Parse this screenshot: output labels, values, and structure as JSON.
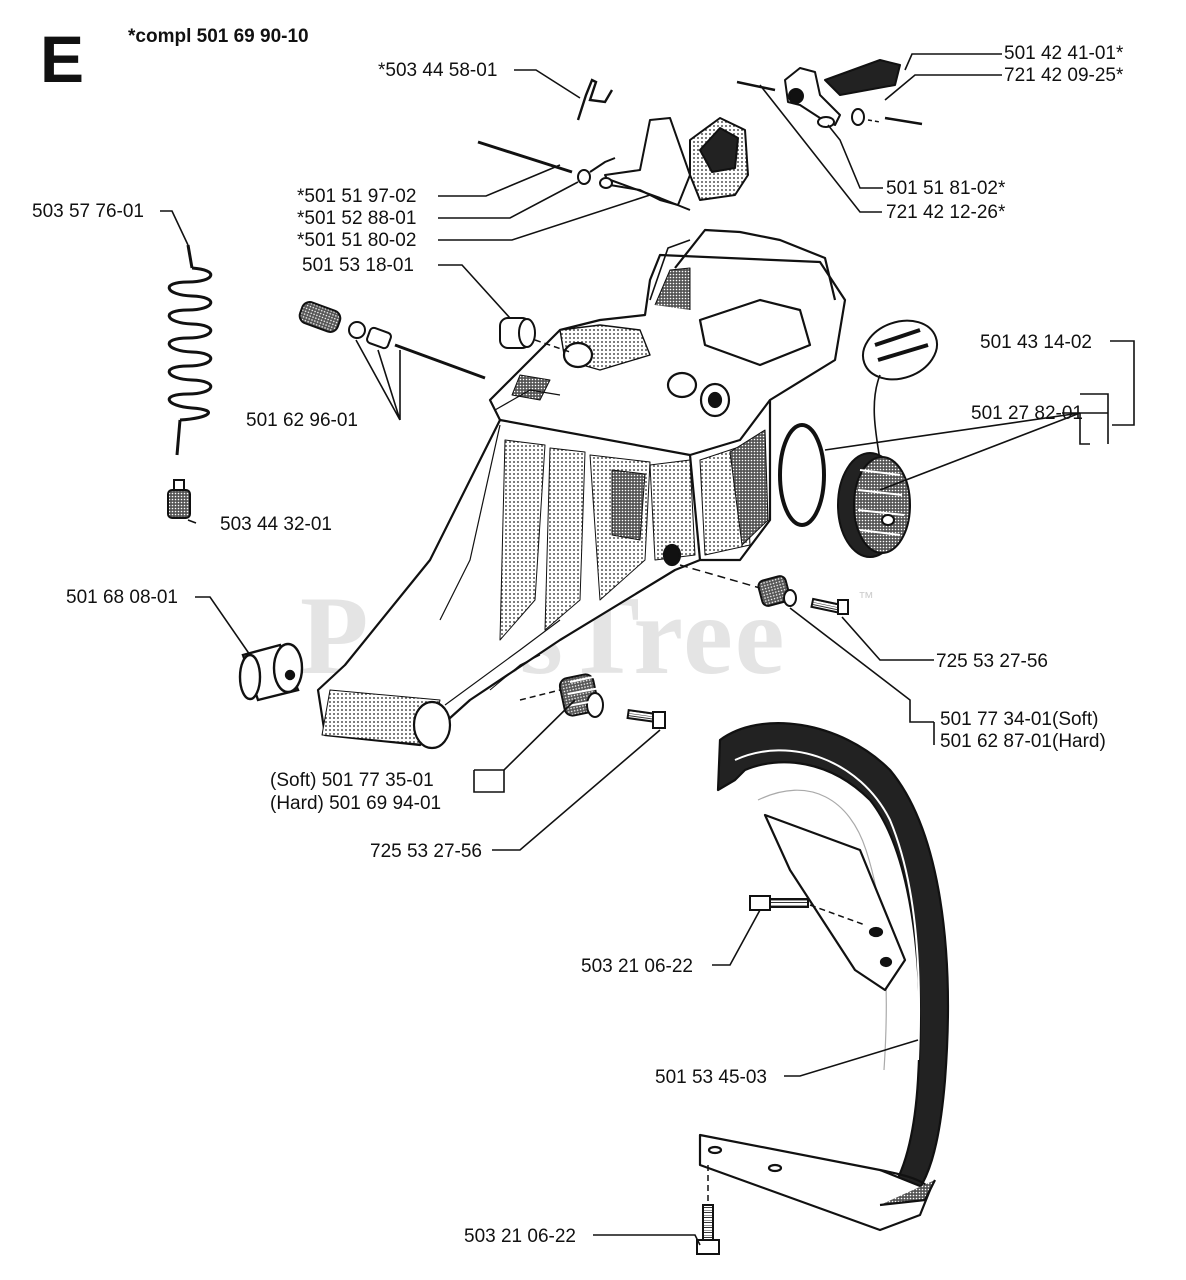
{
  "header": {
    "section_letter": "E",
    "compl_note": "*compl 501 69 90-10"
  },
  "watermark": {
    "brand": "PartsTree",
    "tm": "™"
  },
  "parts": [
    {
      "id": "p1",
      "label": "*503 44 58-01"
    },
    {
      "id": "p2",
      "label": "501 42 41-01*"
    },
    {
      "id": "p3",
      "label": "721 42 09-25*"
    },
    {
      "id": "p4",
      "label": "*501 51 97-02"
    },
    {
      "id": "p5",
      "label": "*501 52 88-01"
    },
    {
      "id": "p6",
      "label": "*501 51 80-02"
    },
    {
      "id": "p7",
      "label": "501 51 81-02*"
    },
    {
      "id": "p8",
      "label": "721 42 12-26*"
    },
    {
      "id": "p9",
      "label": "503 57 76-01"
    },
    {
      "id": "p10",
      "label": "501 53 18-01"
    },
    {
      "id": "p11",
      "label": "501 43 14-02"
    },
    {
      "id": "p12",
      "label": "501 27 82-01"
    },
    {
      "id": "p13",
      "label": "501 62 96-01"
    },
    {
      "id": "p14",
      "label": "503 44 32-01"
    },
    {
      "id": "p15",
      "label": "501 68 08-01"
    },
    {
      "id": "p16",
      "label": "725 53 27-56"
    },
    {
      "id": "p17",
      "label": "501 77 34-01(Soft)"
    },
    {
      "id": "p18",
      "label": "501 62 87-01(Hard)"
    },
    {
      "id": "p19",
      "label": "(Soft)  501 77 35-01"
    },
    {
      "id": "p20",
      "label": "(Hard) 501 69 94-01"
    },
    {
      "id": "p21",
      "label": "725 53 27-56"
    },
    {
      "id": "p22",
      "label": "503 21 06-22"
    },
    {
      "id": "p23",
      "label": "501 53 45-03"
    },
    {
      "id": "p24",
      "label": "503 21 06-22"
    }
  ]
}
